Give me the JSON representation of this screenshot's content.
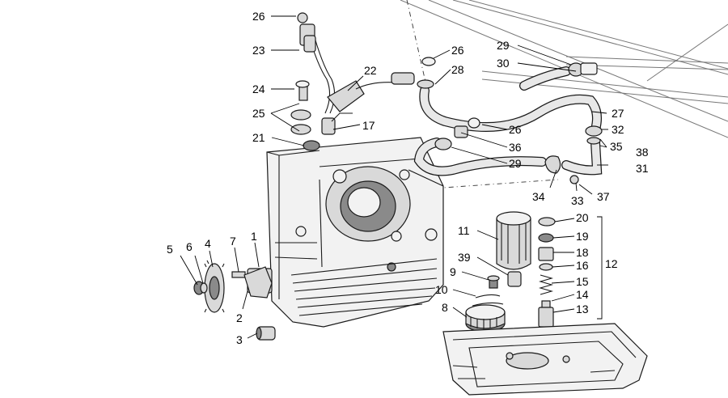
{
  "callouts": {
    "c1": "1",
    "c2": "2",
    "c3": "3",
    "c4": "4",
    "c5": "5",
    "c6": "6",
    "c7": "7",
    "c8": "8",
    "c9": "9",
    "c10": "10",
    "c11": "11",
    "c12": "12",
    "c13": "13",
    "c14": "14",
    "c15": "15",
    "c16": "16",
    "c17": "17",
    "c18": "18",
    "c19": "19",
    "c20": "20",
    "c21": "21",
    "c22": "22",
    "c23": "23",
    "c24": "24",
    "c25": "25",
    "c26a": "26",
    "c26b": "26",
    "c26c": "26",
    "c27": "27",
    "c28": "28",
    "c29a": "29",
    "c29b": "29",
    "c30": "30",
    "c31": "31",
    "c32": "32",
    "c33": "33",
    "c34": "34",
    "c35": "35",
    "c36": "36",
    "c37": "37",
    "c38": "38",
    "c39": "39"
  }
}
